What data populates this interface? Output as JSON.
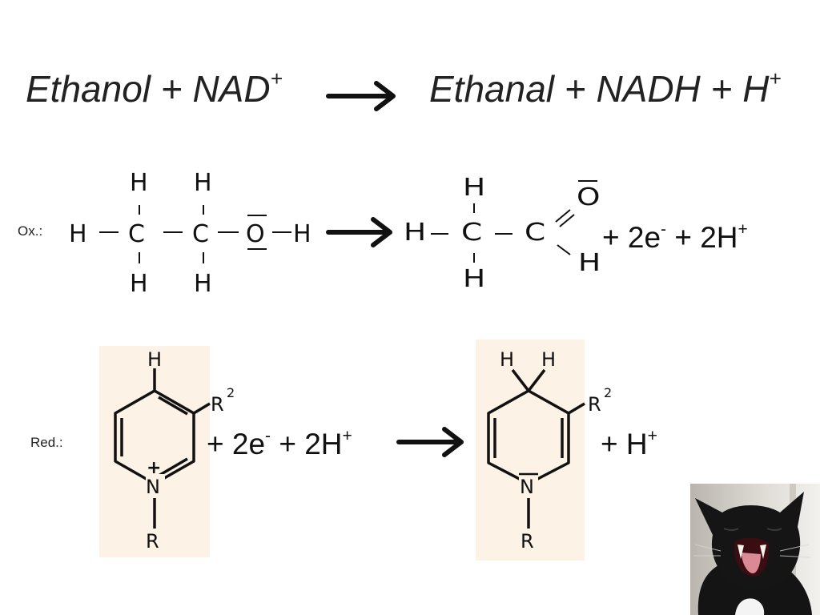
{
  "title": {
    "left_main": "Ethanol + NAD",
    "left_sup": "+",
    "right_main": "Ethanal + NADH + H",
    "right_sup": "+"
  },
  "oxidation": {
    "label": "Ox.:",
    "products_main": "+ 2e",
    "products_sup1": "-",
    "products_mid": " + 2H",
    "products_sup2": "+",
    "ethanol_atoms": {
      "h": "H",
      "c": "C",
      "o": "O"
    },
    "ethanal_atoms": {
      "h": "H",
      "c": "C",
      "o": "O"
    }
  },
  "reduction": {
    "label": "Red.:",
    "reactants_main": "+ 2e",
    "reactants_sup1": "-",
    "reactants_mid": " + 2H",
    "reactants_sup2": "+",
    "products_main": "+ H",
    "products_sup": "+",
    "nad_atoms": {
      "h": "H",
      "r": "R",
      "r2_sup": "2",
      "n": "N",
      "charge": "+"
    },
    "nadh_atoms": {
      "h": "H",
      "r": "R",
      "r2_sup": "2",
      "n": "N"
    }
  },
  "photo": {
    "icon": "yawning-black-cat-photo"
  },
  "colors": {
    "molecule_background": "#fcf2e6",
    "text": "#111111"
  }
}
